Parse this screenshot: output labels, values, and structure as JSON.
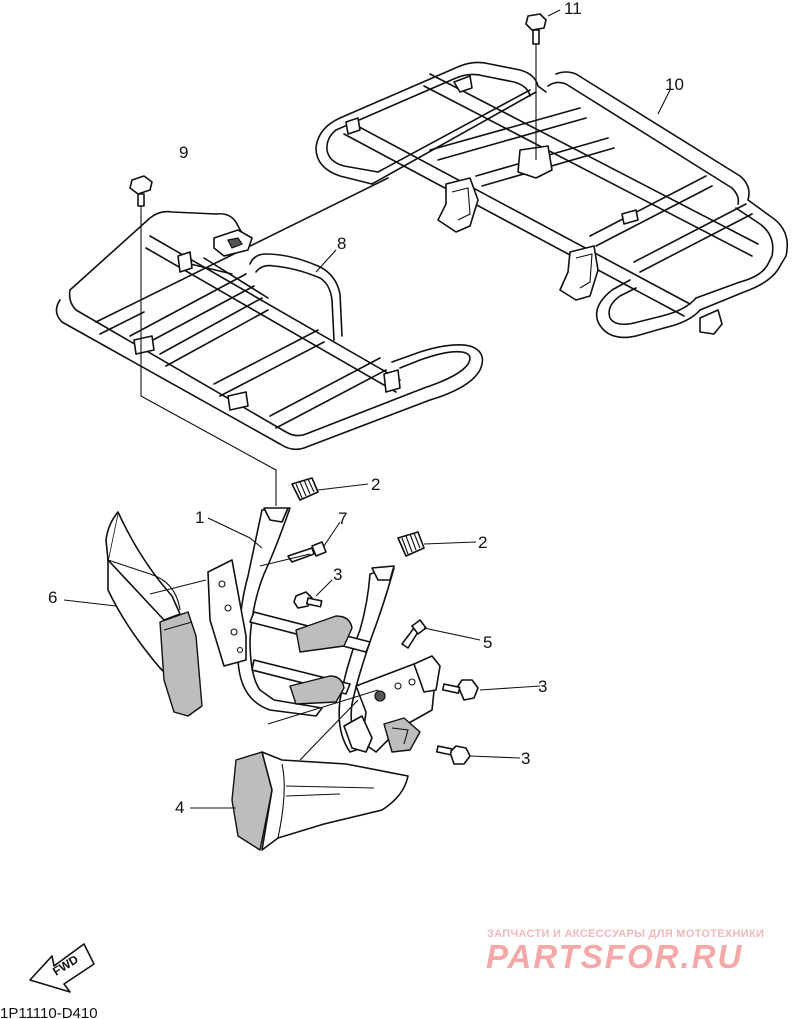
{
  "callouts": {
    "c1": "1",
    "c2a": "2",
    "c2b": "2",
    "c3a": "3",
    "c3b": "3",
    "c3c": "3",
    "c4": "4",
    "c5": "5",
    "c6": "6",
    "c7": "7",
    "c8": "8",
    "c9": "9",
    "c10": "10",
    "c11": "11"
  },
  "diagram_code": "1P11110-D410",
  "fwd_label": "FWD",
  "watermark": {
    "tagline": "ЗАПЧАСТИ И АКСЕССУАРЫ ДЛЯ МОТОТЕХНИКИ",
    "brand": "PARTSFOR.RU"
  }
}
